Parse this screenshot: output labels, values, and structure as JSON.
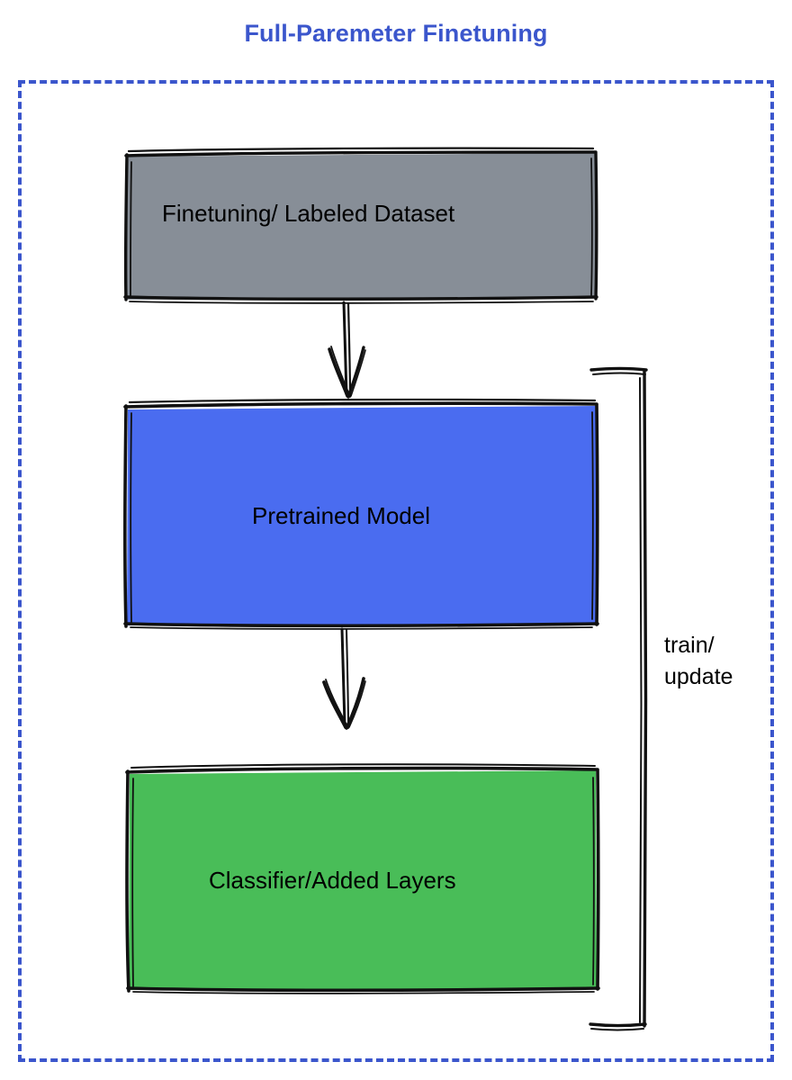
{
  "title": "Full-Paremeter Finetuning",
  "colors": {
    "title_text": "#3b56cc",
    "container_border": "#3b56cc",
    "dataset_fill": "#878e97",
    "pretrained_fill": "#4a6cf0",
    "classifier_fill": "#49bd58",
    "stroke": "#111111",
    "label_text": "#000000",
    "background": "#ffffff"
  },
  "diagram": {
    "type": "flowchart",
    "orientation": "vertical",
    "container": {
      "style": "dashed",
      "label": ""
    },
    "nodes": [
      {
        "id": "dataset",
        "label": "Finetuning/ Labeled Dataset",
        "fill": "#878e97",
        "shape": "rectangle",
        "style": "hand-drawn"
      },
      {
        "id": "pretrained",
        "label": "Pretrained Model",
        "fill": "#4a6cf0",
        "shape": "rectangle",
        "style": "hand-drawn"
      },
      {
        "id": "classifier",
        "label": "Classifier/Added Layers",
        "fill": "#49bd58",
        "shape": "rectangle",
        "style": "hand-drawn"
      }
    ],
    "edges": [
      {
        "id": "e1",
        "from": "dataset",
        "to": "pretrained",
        "label": "",
        "arrow": true
      },
      {
        "id": "e2",
        "from": "pretrained",
        "to": "classifier",
        "label": "",
        "arrow": true
      },
      {
        "id": "e3",
        "from": "classifier",
        "to": "pretrained",
        "label": "train/\nupdate",
        "arrow": false,
        "routing": "right-side-loop"
      }
    ],
    "edge_labels": {
      "feedback_line1": "train/",
      "feedback_line2": "update"
    }
  }
}
